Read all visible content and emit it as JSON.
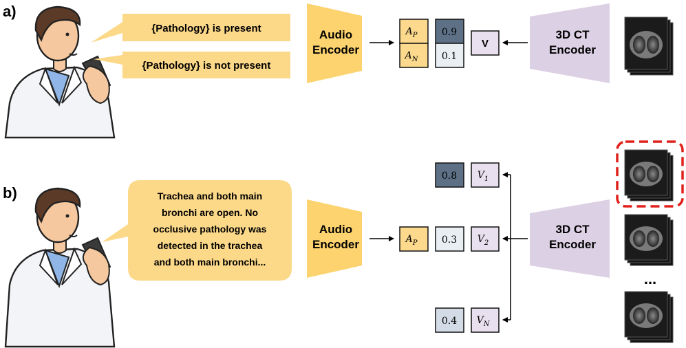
{
  "panel_a": {
    "label": "a)",
    "prompt_present": "{Pathology} is present",
    "prompt_absent": "{Pathology} is not present",
    "audio_encoder": [
      "Audio",
      "Encoder"
    ],
    "embed_pos": {
      "base": "A",
      "sub": "P"
    },
    "embed_neg": {
      "base": "A",
      "sub": "N"
    },
    "score_pos": "0.9",
    "score_neg": "0.1",
    "volume_embed": "V",
    "ct_encoder": [
      "3D CT",
      "Encoder"
    ]
  },
  "panel_b": {
    "label": "b)",
    "report_lines": [
      "Trachea and both main",
      "bronchi are open. No",
      "occlusive pathology was",
      "detected in the trachea",
      "and both main bronchi..."
    ],
    "audio_encoder": [
      "Audio",
      "Encoder"
    ],
    "embed_audio": {
      "base": "A",
      "sub": "P"
    },
    "scores": [
      "0.8",
      "0.3",
      "0.4"
    ],
    "volume_embeds": [
      {
        "base": "V",
        "sub": "1"
      },
      {
        "base": "V",
        "sub": "2"
      },
      {
        "base": "V",
        "sub": "N"
      }
    ],
    "ellipsis": "...",
    "ct_encoder": [
      "3D CT",
      "Encoder"
    ]
  },
  "colors": {
    "bubble": "#fcd889",
    "audio_encoder": "#fcd36e",
    "embed_audio": "#fcd98c",
    "ct_encoder": "#dcd0e4",
    "embed_volume": "#e8e0ee",
    "score_high": "#5d7085",
    "score_low": "#d3dce6",
    "score_very_low": "#e9eef2",
    "selection": "#e0201a"
  }
}
